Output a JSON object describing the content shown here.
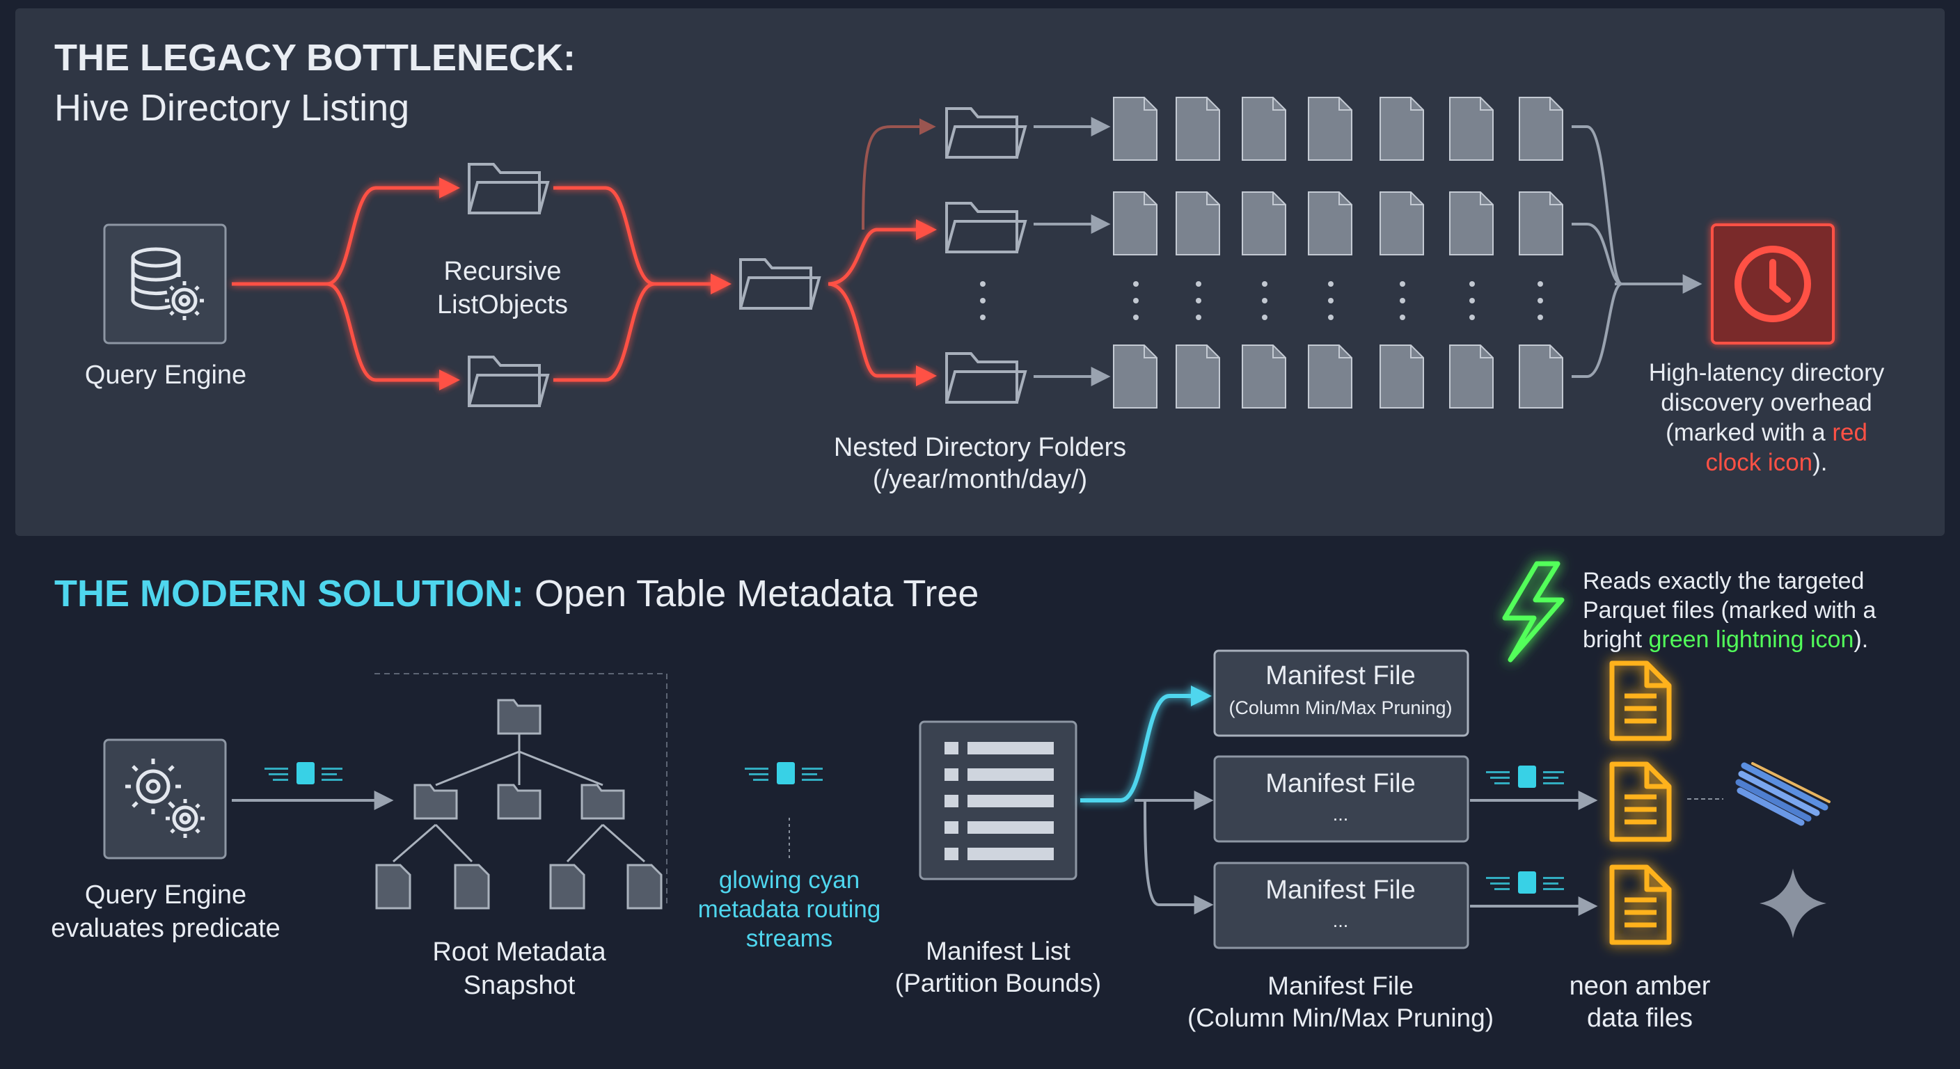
{
  "top": {
    "title": "THE LEGACY BOTTLENECK:",
    "subtitle": "Hive Directory Listing",
    "query_engine": "Query Engine",
    "recursive_line1": "Recursive",
    "recursive_line2": "ListObjects",
    "nested_line1": "Nested Directory Folders",
    "nested_line2": "(/year/month/day/)",
    "latency": {
      "line1": "High-latency directory",
      "line2": "discovery overhead",
      "line3_pre": "(marked with a ",
      "line3_red": "red",
      "line4_red": "clock icon",
      "line4_post": ")."
    }
  },
  "bottom": {
    "title_accent": "THE MODERN SOLUTION:",
    "title_rest": "Open Table Metadata Tree",
    "query_line1": "Query Engine",
    "query_line2": "evaluates predicate",
    "root_line1": "Root Metadata",
    "root_line2": "Snapshot",
    "stream_line1": "glowing cyan",
    "stream_line2": "metadata routing",
    "stream_line3": "streams",
    "manifest_list_line1": "Manifest List",
    "manifest_list_line2": "(Partition Bounds)",
    "manifest_title": "Manifest File",
    "manifest_1_sub": "(Column Min/Max Pruning)",
    "manifest_2_sub": "...",
    "manifest_3_sub": "...",
    "manifest_caption_line1": "Manifest File",
    "manifest_caption_line2": "(Column Min/Max Pruning)",
    "amber_line1": "neon amber",
    "amber_line2": "data files",
    "reads": {
      "line1": "Reads exactly the targeted",
      "line2": "Parquet files (marked with a",
      "line3_pre": "bright ",
      "line3_green": "green lightning icon",
      "line3_post": ")."
    }
  },
  "colors": {
    "background": "#1b2130",
    "top_panel": "#2f3644",
    "red_accent": "#ff5145",
    "cyan_accent": "#4fd6ee",
    "green_accent": "#52ff5a",
    "amber_accent": "#ffb21e"
  }
}
